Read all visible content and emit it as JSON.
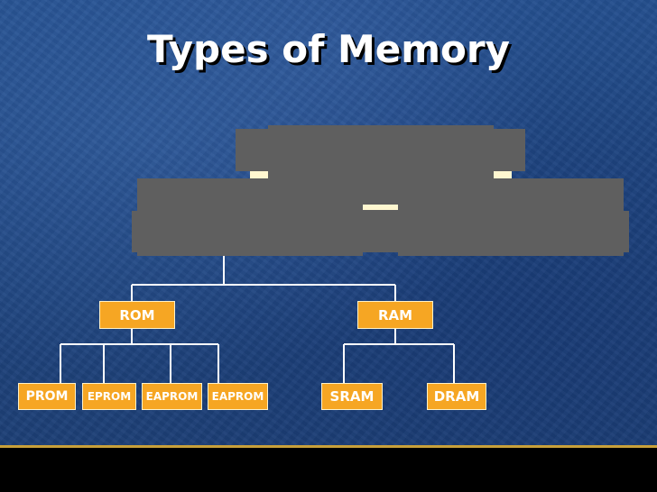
{
  "slide": {
    "title": "Types of Memory"
  },
  "diagram": {
    "level1": [
      {
        "id": "rom",
        "label": "ROM"
      },
      {
        "id": "ram",
        "label": "RAM"
      }
    ],
    "rom_children": [
      {
        "id": "prom",
        "label": "PROM"
      },
      {
        "id": "eprom",
        "label": "EPROM"
      },
      {
        "id": "eaprom1",
        "label": "EAPROM"
      },
      {
        "id": "eaprom2",
        "label": "EAPROM"
      }
    ],
    "ram_children": [
      {
        "id": "sram",
        "label": "SRAM"
      },
      {
        "id": "dram",
        "label": "DRAM"
      }
    ]
  },
  "colors": {
    "background": "#214a86",
    "node_fill": "#f6a623",
    "node_text": "#ffffff",
    "connector": "#ffffff",
    "redaction": "#5f5f5f",
    "footer_rule": "#c8a03a"
  }
}
